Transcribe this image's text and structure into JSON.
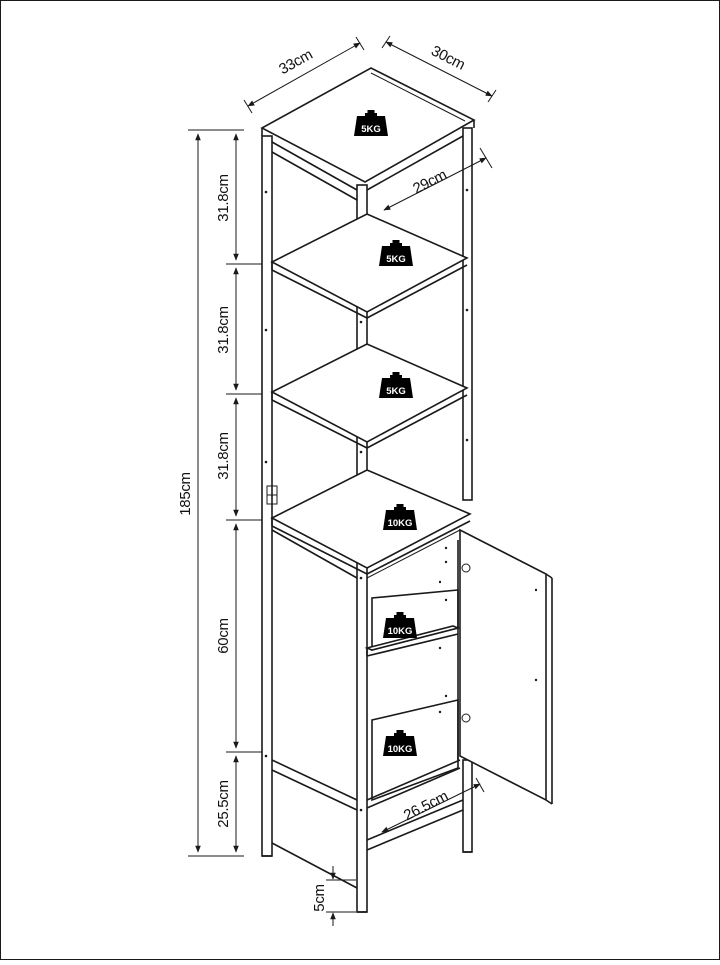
{
  "colors": {
    "line": "#1a1a1a",
    "background": "#ffffff",
    "weight_icon": "#000000"
  },
  "dimensions": {
    "top_width": "33cm",
    "top_depth": "30cm",
    "shelf_depth": "29cm",
    "compartment_1": "31.8cm",
    "compartment_2": "31.8cm",
    "compartment_3": "31.8cm",
    "cabinet_height": "60cm",
    "bottom_shelf_height": "25.5cm",
    "total_height": "185cm",
    "leg_height": "5cm",
    "cabinet_depth": "26.5cm"
  },
  "weights": [
    {
      "icon": "weight-icon",
      "label": "5KG"
    },
    {
      "icon": "weight-icon",
      "label": "5KG"
    },
    {
      "icon": "weight-icon",
      "label": "5KG"
    },
    {
      "icon": "weight-icon",
      "label": "10KG"
    },
    {
      "icon": "weight-icon",
      "label": "10KG"
    },
    {
      "icon": "weight-icon",
      "label": "10KG"
    }
  ]
}
